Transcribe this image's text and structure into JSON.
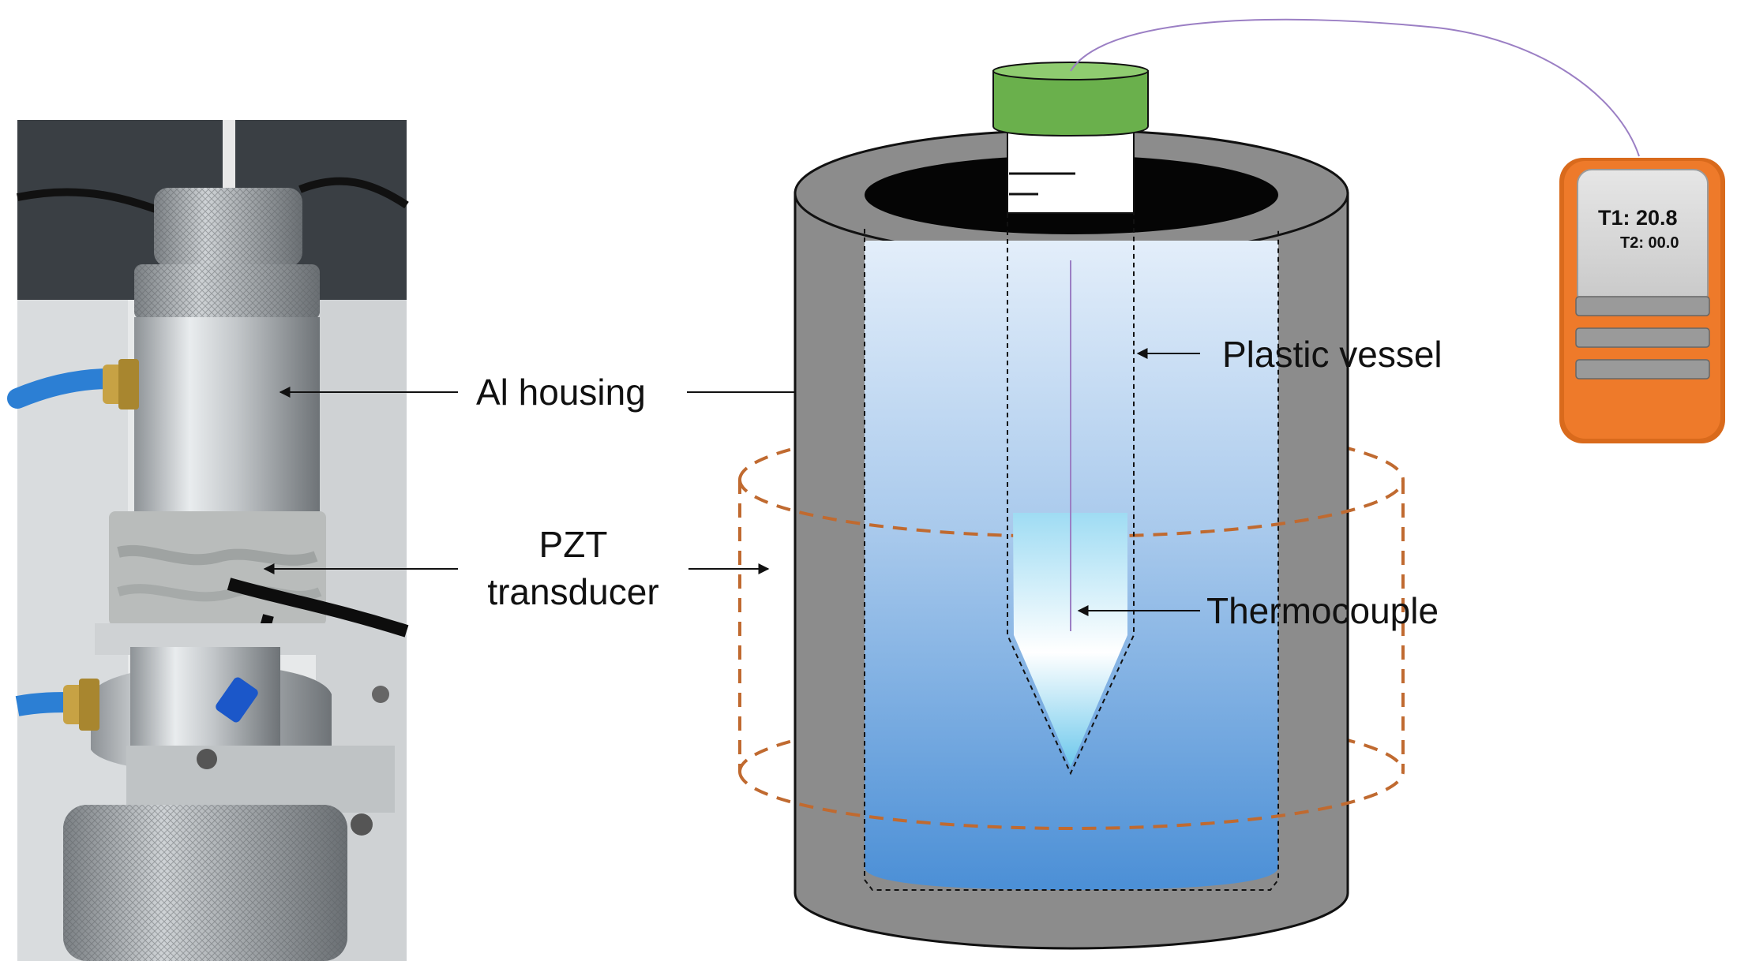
{
  "labels": {
    "al_housing": "Al housing",
    "pzt_line1": "PZT",
    "pzt_line2": "transducer",
    "plastic_vessel": "Plastic vessel",
    "thermocouple": "Thermocouple"
  },
  "meter": {
    "t1": "T1: 20.8",
    "t2": "T2: 00.0"
  },
  "colors": {
    "housing": "#8c8c8c",
    "cap": "#6ab04c",
    "meter_body": "#ee7a2a",
    "meter_screen": "#d4d4d4",
    "water_top": "#dcebf8",
    "water_bottom": "#4f92d6",
    "transducer_ring": "#c06a30",
    "wire": "#9b7fc4"
  },
  "icons": {
    "photo": "photo-of-ultrasonic-device",
    "meter": "thermometer-readout-icon"
  }
}
